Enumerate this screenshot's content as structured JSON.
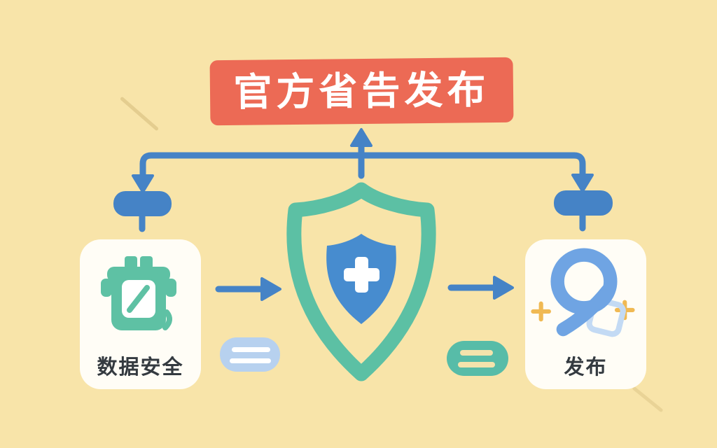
{
  "banner": {
    "label": "官方省告发布"
  },
  "cards": {
    "left": {
      "label": "数据安全",
      "icon": "storage-bin-icon"
    },
    "right": {
      "label": "发布",
      "icon": "publish-ribbon-icon"
    }
  },
  "shield": {
    "icon": "shield-with-cross-icon"
  },
  "pills": {
    "left_icon": "list-lines-pill-icon",
    "right_icon": "list-lines-pill-icon"
  },
  "colors": {
    "background": "#F8E4A9",
    "banner_bg": "#EC6A55",
    "banner_text": "#FFFFFF",
    "connector_blue": "#4583C6",
    "shield_teal": "#5CC0A4",
    "shield_blue": "#478CCF",
    "cross_white": "#FFFFFF",
    "card_bg": "#FFFDF6",
    "label_text": "#343A40",
    "icon_teal": "#5EC1A4",
    "pill_light_blue": "#B7D1EF",
    "pill_teal": "#57BCA8",
    "pill_line_light": "#F3E3AC",
    "pill_line_white": "#FFFFFF",
    "ribbon_blue": "#6FA4E3",
    "ribbon_square_blue": "#C3DAF4",
    "sparkle_gold": "#F0B953"
  }
}
